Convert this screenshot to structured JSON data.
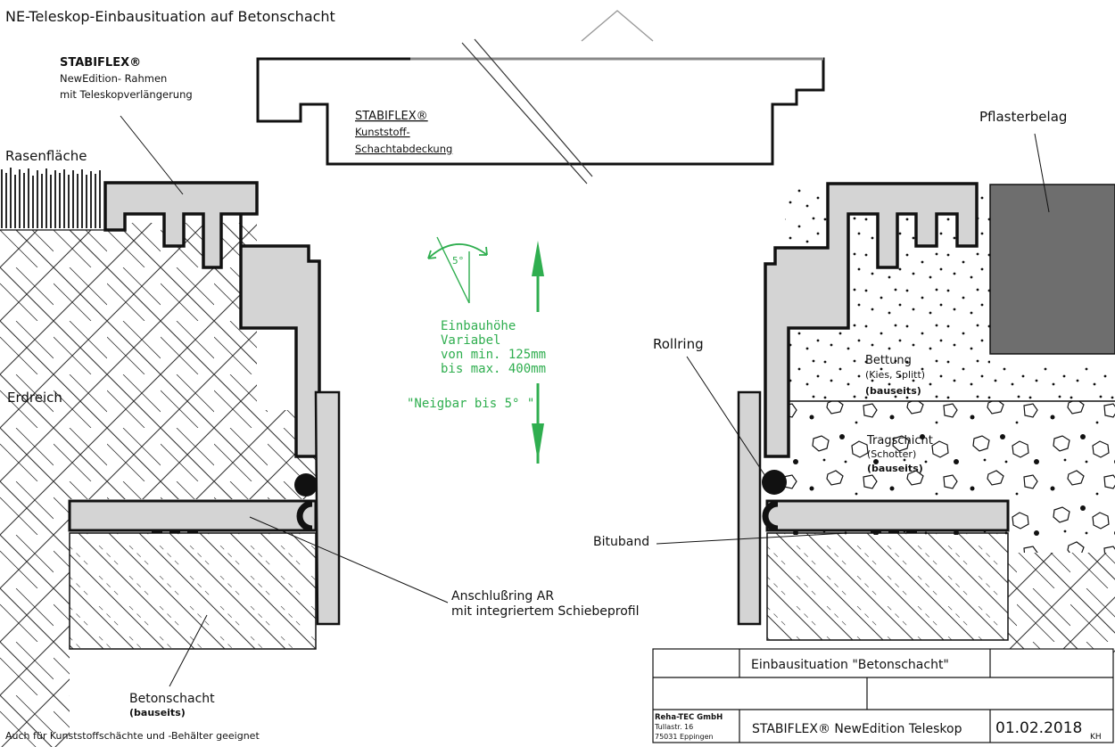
{
  "title": "NE-Teleskop-Einbausituation auf Betonschacht",
  "labels": {
    "frame_brand": "STABIFLEX®",
    "frame_line1": "NewEdition- Rahmen",
    "frame_line2": "mit Teleskopverlängerung",
    "cover_brand": "STABIFLEX®",
    "cover_line1": "Kunststoff-",
    "cover_line2": "Schachtabdeckung",
    "pflaster": "Pflasterbelag",
    "rasen": "Rasenfläche",
    "erdreich": "Erdreich",
    "rollring": "Rollring",
    "bettung": "Bettung",
    "bettung_sub": "(Kies, Splitt)",
    "bettung_note": "(bauseits)",
    "trag": "Tragschicht",
    "trag_sub": "(Schotter)",
    "trag_note": "(bauseits)",
    "bituband": "Bituband",
    "anschluss1": "Anschlußring AR",
    "anschluss2": "mit integriertem Schiebeprofil",
    "beton": "Betonschacht",
    "beton_note": "(bauseits)",
    "footer_note": "Auch für Kunststoffschächte und -Behälter geeignet"
  },
  "height_info": {
    "angle": "5°",
    "line1": "Einbauhöhe",
    "line2": "Variabel",
    "line3": "von min. 125mm",
    "line4": "bis max. 400mm",
    "tilt": "\"Neigbar bis 5° \""
  },
  "title_block": {
    "situation": "Einbausituation \"Betonschacht\"",
    "company": "Reha-TEC GmbH",
    "street": "Tullastr. 16",
    "city": "75031 Eppingen",
    "product": "STABIFLEX® NewEdition Teleskop",
    "date": "01.02.2018",
    "initials": "KH"
  },
  "colors": {
    "line": "#111111",
    "gray_fill": "#d4d4d4",
    "dark_fill": "#6e6e6e",
    "green": "#2fae4f"
  }
}
